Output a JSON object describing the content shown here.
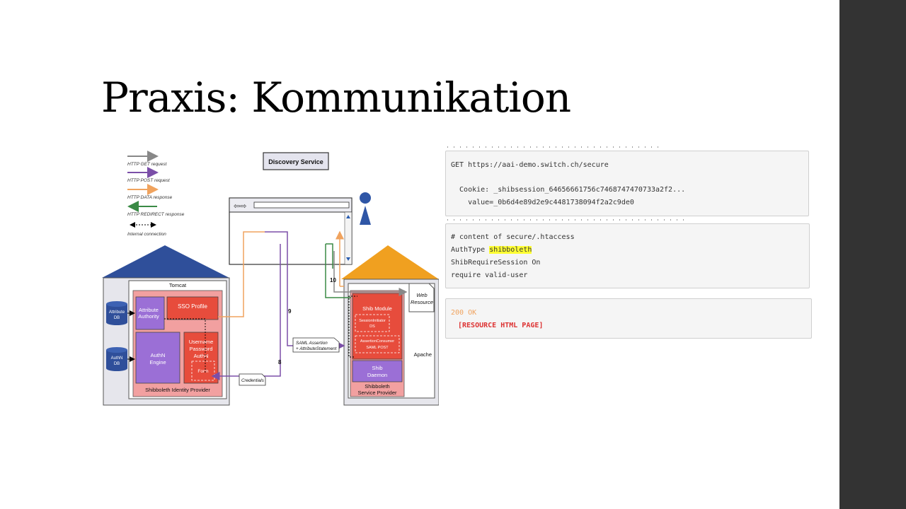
{
  "slide": {
    "title": "Praxis: Kommunikation"
  },
  "legend": [
    {
      "label": "HTTP GET request",
      "color": "#888888"
    },
    {
      "label": "HTTP POST request",
      "color": "#7b4fa8"
    },
    {
      "label": "HTTP DATA response",
      "color": "#f0a35e"
    },
    {
      "label": "HTTP REDIRECT response",
      "color": "#3a8a45"
    },
    {
      "label": "Internal connection",
      "color": "#000000"
    }
  ],
  "diagram": {
    "discovery_service": "Discovery Service",
    "idp": {
      "container": "Tomcat",
      "footer": "Shibboleth Identity Provider",
      "attribute_db": [
        "Attribute",
        "DB"
      ],
      "authn_db": [
        "AuthN",
        "DB"
      ],
      "attribute_authority": [
        "Attribute",
        "Authority"
      ],
      "sso_profile": "SSO Profile",
      "authn_engine": [
        "AuthN",
        "Engine"
      ],
      "username_password": [
        "Username",
        "Password",
        "AuthN"
      ],
      "form": "Form"
    },
    "sp": {
      "container": "Apache",
      "shib_module": "Shib Module",
      "session_initiator": [
        "SessionInitiator",
        "DS"
      ],
      "assertion_consumer": [
        "AssertionConsumer",
        "SAML POST"
      ],
      "shib_daemon": [
        "Shib",
        "Daemon"
      ],
      "footer": [
        "Shibboleth",
        "Service Provider"
      ],
      "web_resource": [
        "Web",
        "Resource"
      ]
    },
    "step_9": "9",
    "step_8": "8",
    "step_10": "10",
    "saml_note": [
      "SAML Assertion",
      "+ AttributeStatement"
    ],
    "credentials": "Credentials"
  },
  "code_blocks": {
    "request": {
      "line1": "GET https://aai-demo.switch.ch/secure",
      "line2": "  Cookie: _shibsession_64656661756c7468747470733a2f2...",
      "line3": "    value=_0b6d4e89d2e9c4481738094f2a2c9de0"
    },
    "htaccess": {
      "line1": "# content of secure/.htaccess",
      "line2_prefix": "AuthType ",
      "line2_hl": "shibboleth",
      "line3": "ShibRequireSession On",
      "line4": "require valid-user"
    },
    "response": {
      "line1": "200 OK",
      "line2": "[RESOURCE HTML PAGE]"
    }
  },
  "colors": {
    "house_blue": "#2f4f9a",
    "house_orange": "#f0a020",
    "red_box": "#e74c3c",
    "pink_panel": "#f2a0a0",
    "purple_box": "#9b6fd6",
    "sidebar": "#333333"
  }
}
